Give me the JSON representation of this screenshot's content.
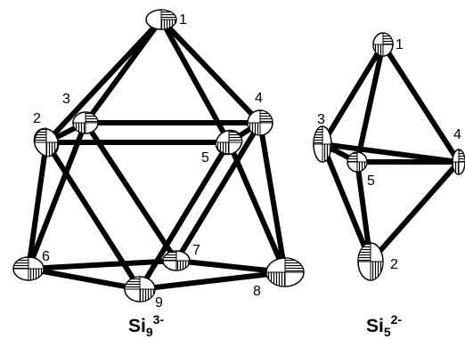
{
  "figure": {
    "clusters": [
      {
        "id": "si9",
        "formula": {
          "element": "Si",
          "count": "9",
          "charge": "3-"
        },
        "atoms": [
          {
            "label": "1"
          },
          {
            "label": "2"
          },
          {
            "label": "3"
          },
          {
            "label": "4"
          },
          {
            "label": "5"
          },
          {
            "label": "6"
          },
          {
            "label": "7"
          },
          {
            "label": "8"
          },
          {
            "label": "9"
          }
        ]
      },
      {
        "id": "si5",
        "formula": {
          "element": "Si",
          "count": "5",
          "charge": "2-"
        },
        "atoms": [
          {
            "label": "1"
          },
          {
            "label": "2"
          },
          {
            "label": "3"
          },
          {
            "label": "4"
          },
          {
            "label": "5"
          }
        ]
      }
    ],
    "colors": {
      "bond": "#000000",
      "atom_fill": "#ffffff",
      "atom_hatch": "#000000"
    }
  }
}
